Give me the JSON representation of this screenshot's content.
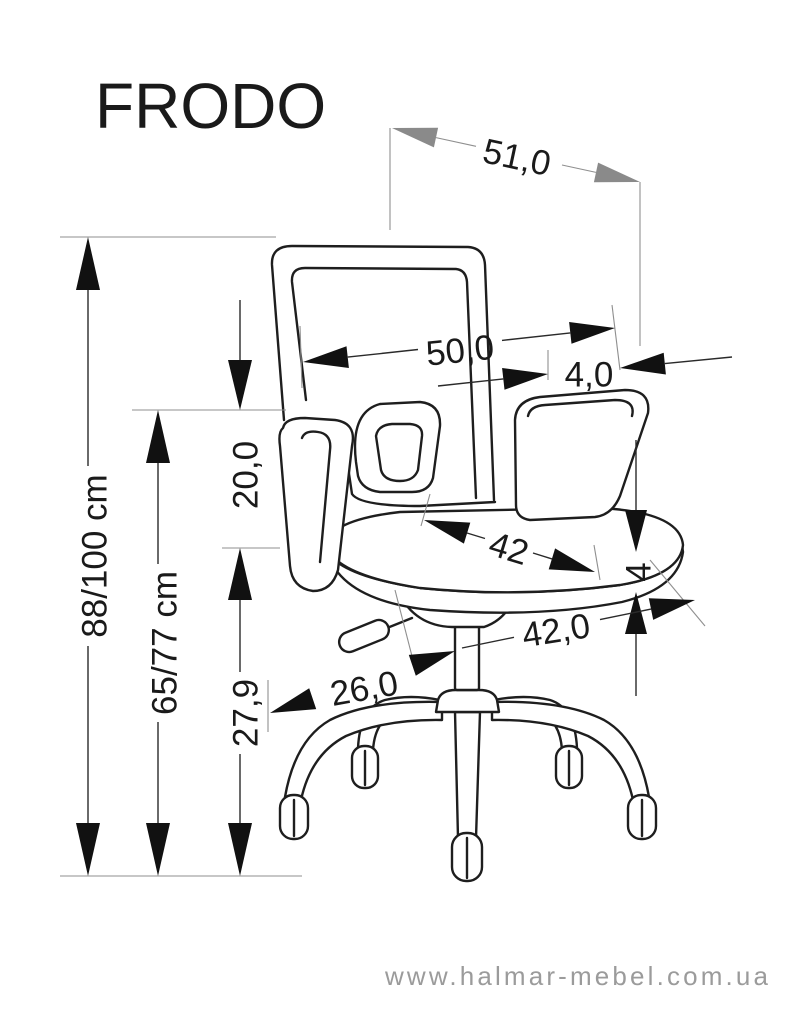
{
  "title": "FRODO",
  "dimensions": {
    "total_height": "88/100 cm",
    "seat_height_range": "65/77 cm",
    "backrest_height": "20,0",
    "seat_height": "27,9",
    "overall_width": "51,0",
    "backrest_width": "50,0",
    "armrest_offset": "4,0",
    "seat_depth": "42",
    "seat_thickness": "4",
    "seat_width": "42,0",
    "base_radius": "26,0"
  },
  "footer": {
    "website": "www.halmar-mebel.com.ua"
  },
  "colors": {
    "line": "#1e1e1e",
    "arrow": "#111111",
    "accent_arrow": "#8a8a8a",
    "footer_text": "#9b9b9b"
  }
}
